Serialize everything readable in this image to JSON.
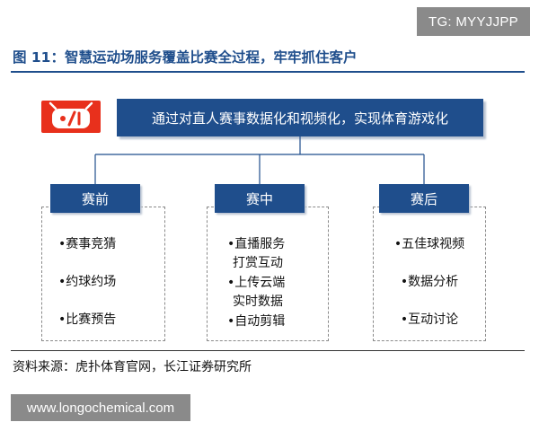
{
  "watermark_top": "TG: MYYJJPP",
  "figure_title": "图 11：智慧运动场服务覆盖比赛全过程，牢牢抓住客户",
  "banner_text": "通过对直人赛事数据化和视频化，实现体育游戏化",
  "logo_icon": "hupu-logo-icon",
  "colors": {
    "navy": "#1f4e8c",
    "logo_red": "#e8301c"
  },
  "stages": [
    {
      "label": "赛前",
      "items": [
        "•赛事竞猜",
        "•约球约场",
        "•比赛预告"
      ]
    },
    {
      "label": "赛中",
      "items": [
        "•直播服务",
        "打赏互动",
        "•上传云端",
        "实时数据",
        "•自动剪辑"
      ]
    },
    {
      "label": "赛后",
      "items": [
        "•五佳球视频",
        "•数据分析",
        "•互动讨论"
      ]
    }
  ],
  "source": "资料来源：虎扑体育官网，长江证券研究所",
  "watermark_bottom": "www.longochemical.com"
}
